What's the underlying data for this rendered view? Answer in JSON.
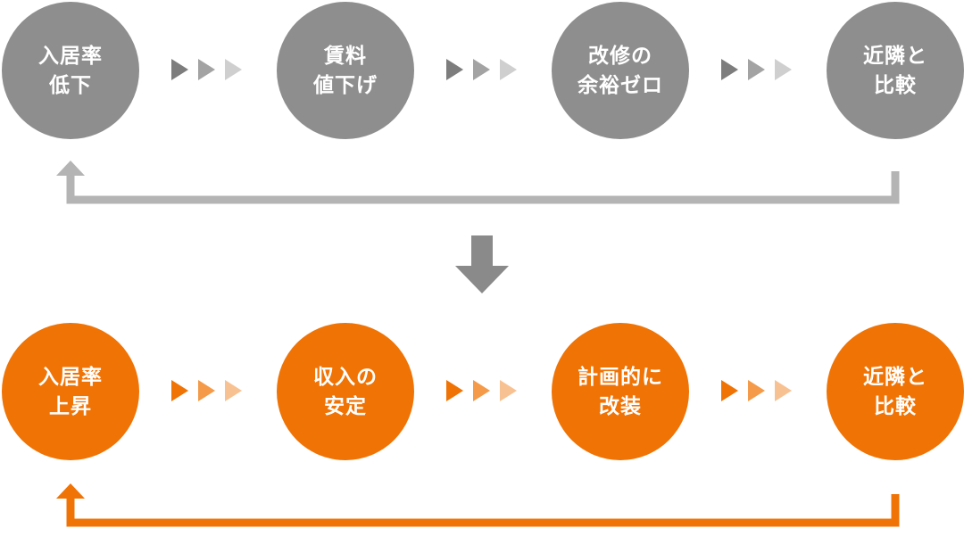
{
  "colors": {
    "gray": "#8e8e8e",
    "gray_line": "#b4b4b4",
    "orange": "#f07305",
    "dark_gray_arrow": "#8a8a8a"
  },
  "cycles": [
    {
      "theme": "gray",
      "nodes": [
        {
          "label": "入居率\n低下"
        },
        {
          "label": "賃料\n値下げ"
        },
        {
          "label": "改修の\n余裕ゼロ"
        },
        {
          "label": "近隣と\n比較"
        }
      ],
      "chevron_colors": [
        "#7d7d7d",
        "#a3a3a3",
        "#cfcfcf"
      ],
      "loop_color": "#b4b4b4"
    },
    {
      "theme": "orange",
      "nodes": [
        {
          "label": "入居率\n上昇"
        },
        {
          "label": "収入の\n安定"
        },
        {
          "label": "計画的に\n改装"
        },
        {
          "label": "近隣と\n比較"
        }
      ],
      "chevron_colors": [
        "#f07305",
        "#f49a48",
        "#f8c191"
      ],
      "loop_color": "#f07305"
    }
  ],
  "transition_arrow": {
    "icon": "down-arrow-icon"
  }
}
